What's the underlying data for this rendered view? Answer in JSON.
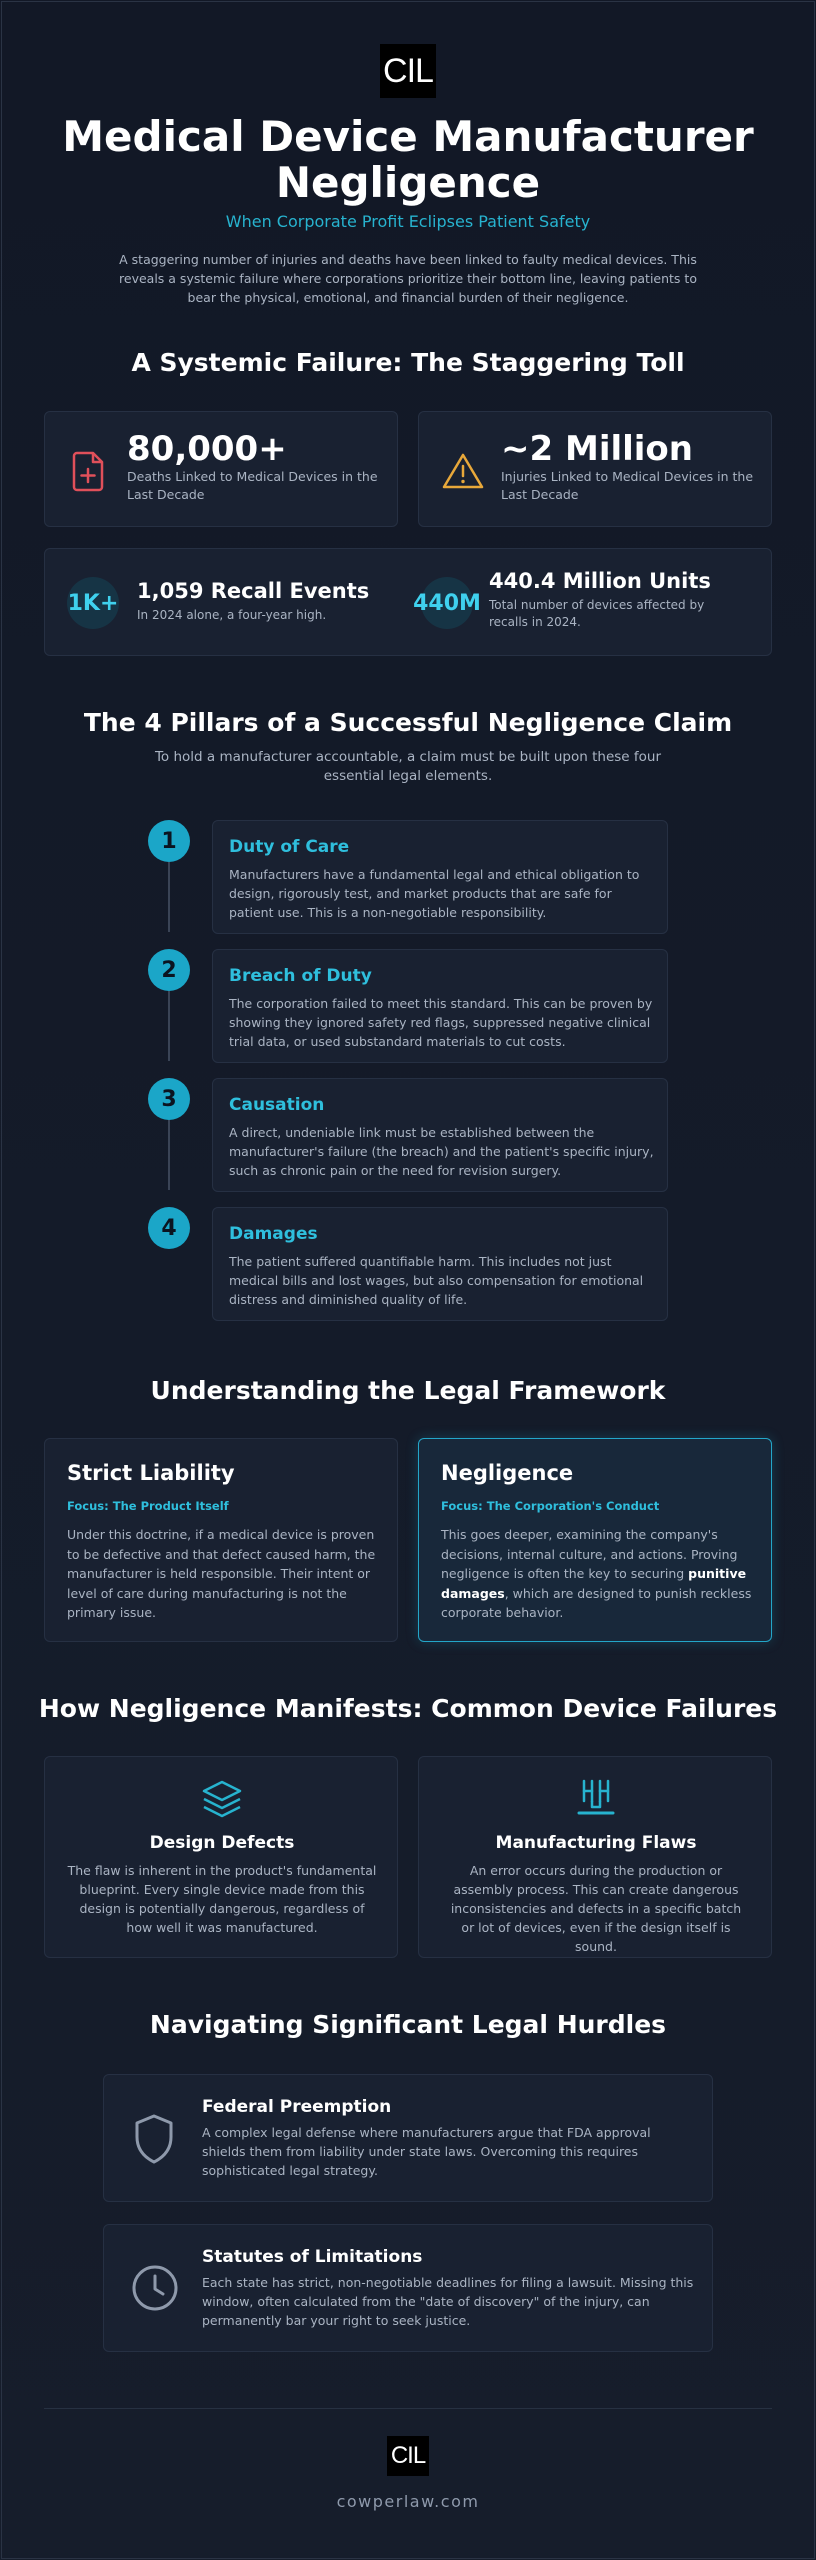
{
  "logo": {
    "text": "CIL"
  },
  "hero": {
    "title": "Medical Device Manufacturer Negligence",
    "subtitle": "When Corporate Profit Eclipses Patient Safety",
    "description": "A staggering number of injuries and deaths have been linked to faulty medical devices. This reveals a systemic failure where corporations prioritize their bottom line, leaving patients to bear the physical, emotional, and financial burden of their negligence."
  },
  "toll": {
    "title": "A Systemic Failure: The Staggering Toll",
    "stats": [
      {
        "value": "80,000+",
        "label": "Deaths Linked to Medical Devices in the Last Decade",
        "icon": "document-plus-icon",
        "color": "#e0505a"
      },
      {
        "value": "~2 Million",
        "label": "Injuries Linked to Medical Devices in the Last Decade",
        "icon": "warning-icon",
        "color": "#e8a83a"
      }
    ],
    "recalls": [
      {
        "badge": "1K+",
        "value": "1,059 Recall Events",
        "label": "In 2024 alone, a four-year high."
      },
      {
        "badge": "440M",
        "value": "440.4 Million Units",
        "label": "Total number of devices affected by recalls in 2024."
      }
    ]
  },
  "pillars": {
    "title": "The 4 Pillars of a Successful Negligence Claim",
    "description": "To hold a manufacturer accountable, a claim must be built upon these four essential legal elements.",
    "items": [
      {
        "num": "1",
        "title": "Duty of Care",
        "text": "Manufacturers have a fundamental legal and ethical obligation to design, rigorously test, and market products that are safe for patient use. This is a non-negotiable responsibility."
      },
      {
        "num": "2",
        "title": "Breach of Duty",
        "text": "The corporation failed to meet this standard. This can be proven by showing they ignored safety red flags, suppressed negative clinical trial data, or used substandard materials to cut costs."
      },
      {
        "num": "3",
        "title": "Causation",
        "text": "A direct, undeniable link must be established between the manufacturer's failure (the breach) and the patient's specific injury, such as chronic pain or the need for revision surgery."
      },
      {
        "num": "4",
        "title": "Damages",
        "text": "The patient suffered quantifiable harm. This includes not just medical bills and lost wages, but also compensation for emotional distress and diminished quality of life."
      }
    ]
  },
  "framework": {
    "title": "Understanding the Legal Framework",
    "strict": {
      "title": "Strict Liability",
      "focus": "Focus: The Product Itself",
      "text": "Under this doctrine, if a medical device is proven to be defective and that defect caused harm, the manufacturer is held responsible. Their intent or level of care during manufacturing is not the primary issue."
    },
    "negligence": {
      "title": "Negligence",
      "focus": "Focus: The Corporation's Conduct",
      "text_1": "This goes deeper, examining the company's decisions, internal culture, and actions. Proving negligence is often the key to securing ",
      "text_bold": "punitive damages",
      "text_2": ", which are designed to punish reckless corporate behavior."
    }
  },
  "failures": {
    "title": "How Negligence Manifests: Common Device Failures",
    "items": [
      {
        "title": "Design Defects",
        "text": "The flaw is inherent in the product's fundamental blueprint. Every single device made from this design is potentially dangerous, regardless of how well it was manufactured.",
        "icon": "layers-icon"
      },
      {
        "title": "Manufacturing Flaws",
        "text": "An error occurs during the production or assembly process. This can create dangerous inconsistencies and defects in a specific batch or lot of devices, even if the design itself is sound.",
        "icon": "factory-icon"
      }
    ]
  },
  "hurdles": {
    "title": "Navigating Significant Legal Hurdles",
    "items": [
      {
        "title": "Federal Preemption",
        "text": "A complex legal defense where manufacturers argue that FDA approval shields them from liability under state laws. Overcoming this requires sophisticated legal strategy.",
        "icon": "shield-icon"
      },
      {
        "title": "Statutes of Limitations",
        "text": "Each state has strict, non-negotiable deadlines for filing a lawsuit. Missing this window, often calculated from the \"date of discovery\" of the injury, can permanently bar your right to seek justice.",
        "icon": "clock-icon"
      }
    ]
  },
  "footer": {
    "logo": "CIL",
    "site": "cowperlaw.com"
  },
  "colors": {
    "accent": "#27b3cf",
    "danger": "#e0505a",
    "warning": "#e8a83a",
    "background": "#141b29"
  }
}
